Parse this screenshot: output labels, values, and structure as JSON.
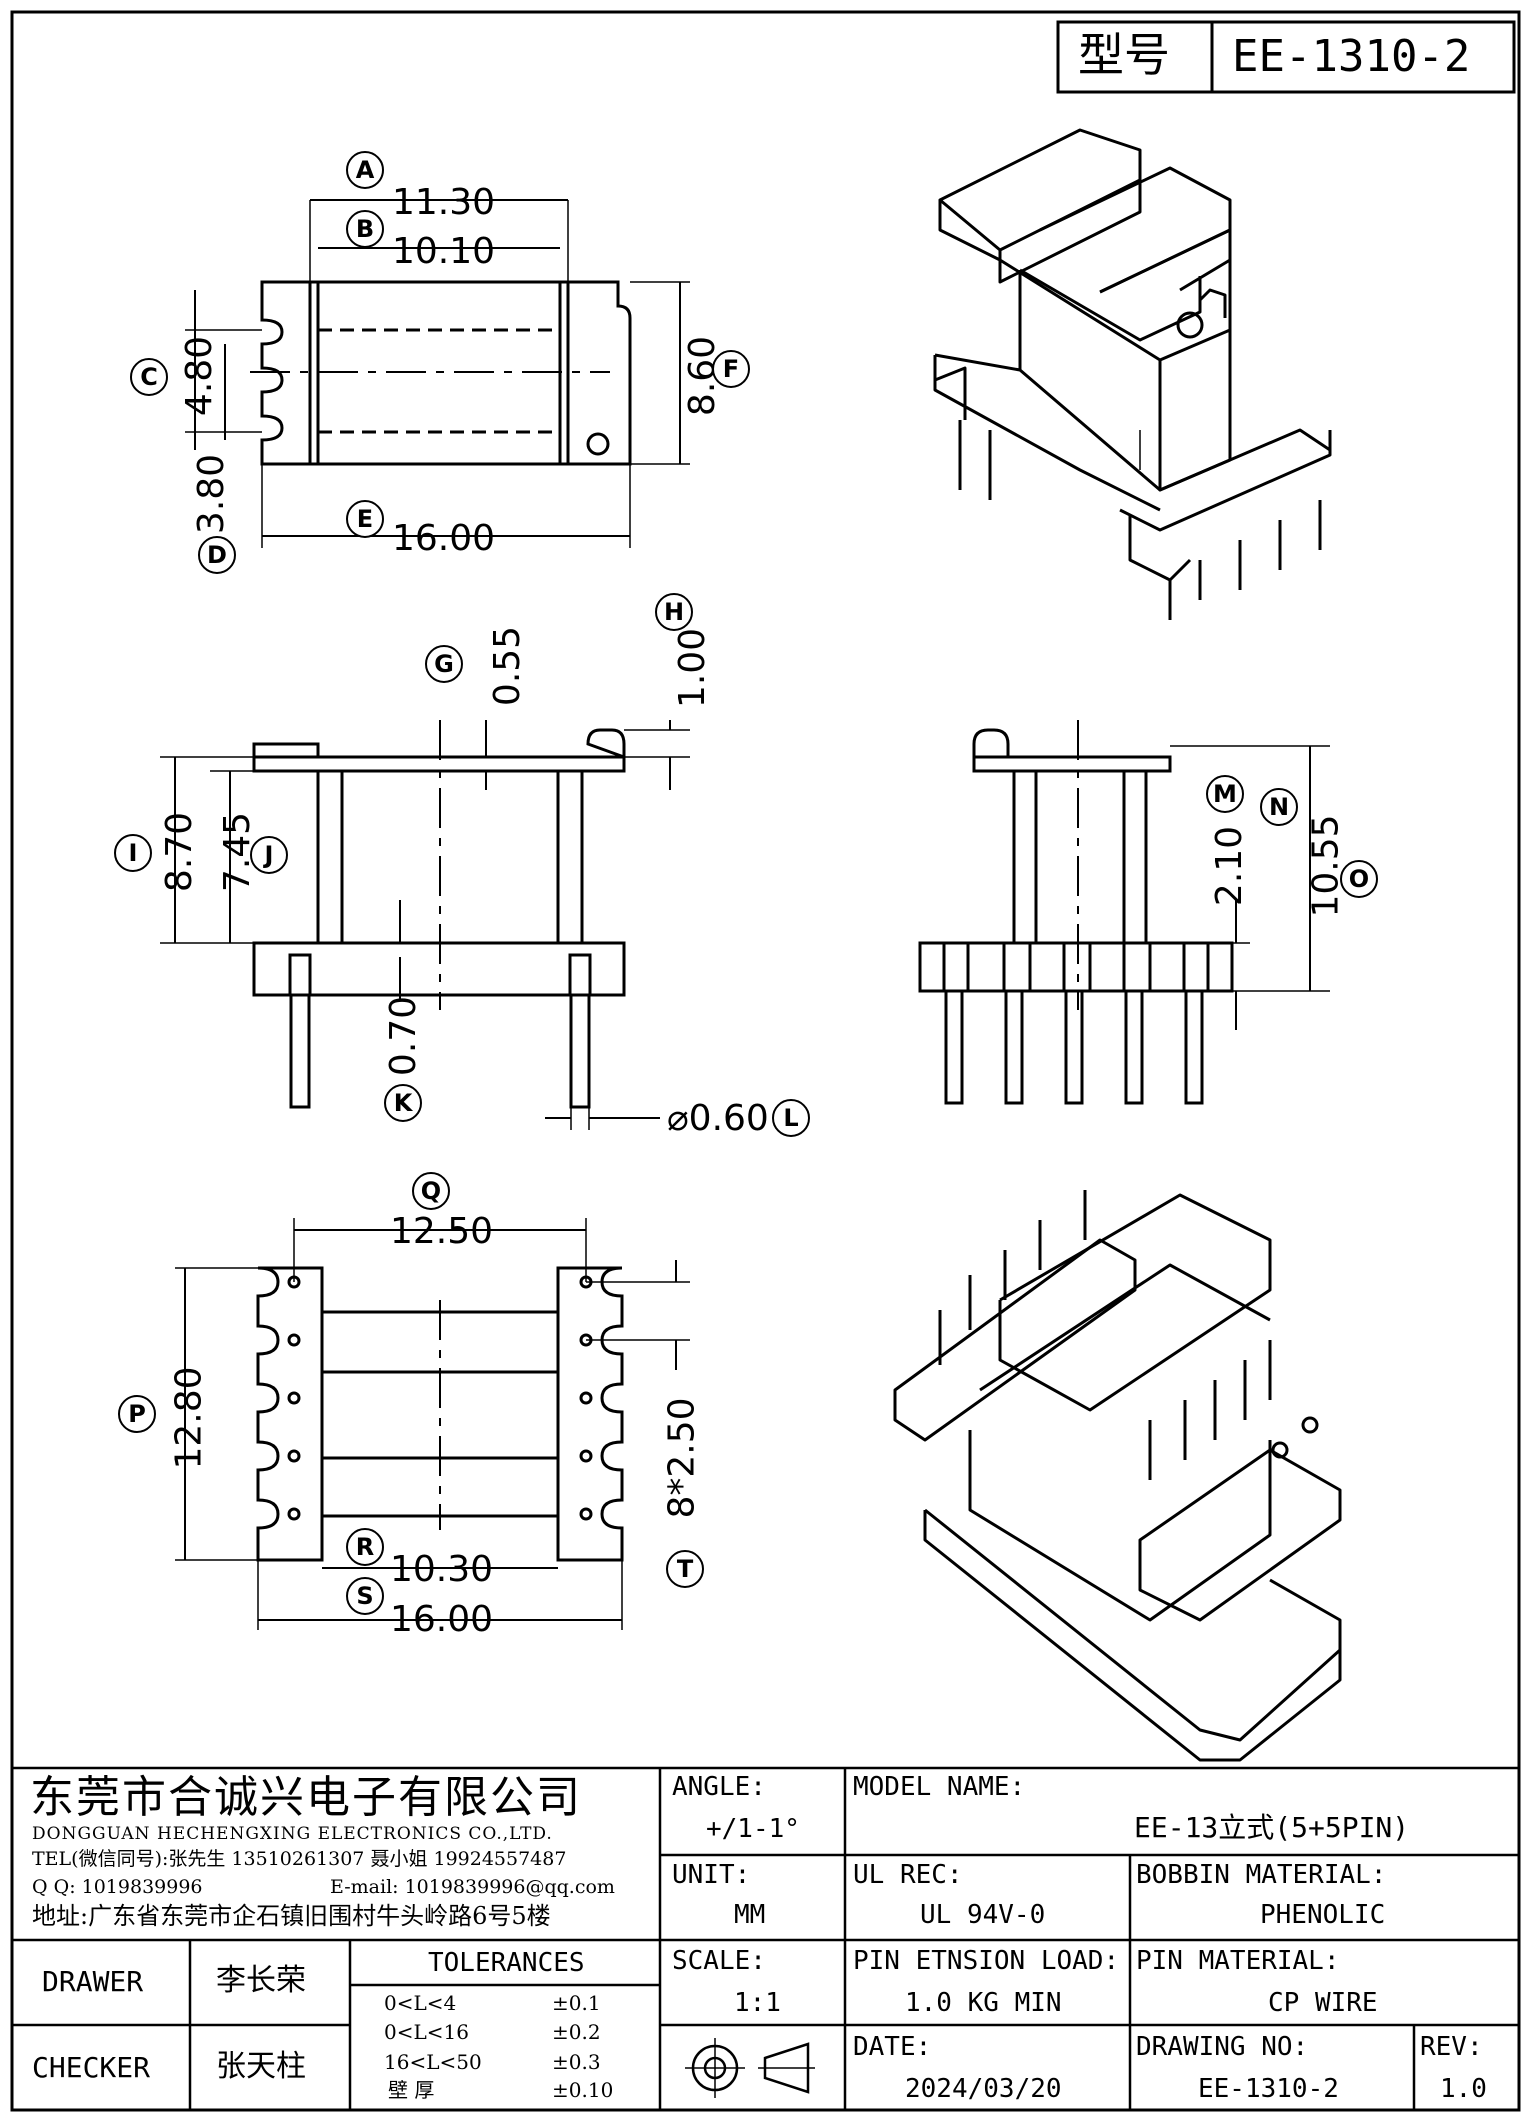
{
  "header": {
    "model_label": "型号",
    "model_value": "EE-1310-2"
  },
  "views": {
    "top": {
      "A": {
        "letter": "A",
        "value": "11.30"
      },
      "B": {
        "letter": "B",
        "value": "10.10"
      },
      "C": {
        "letter": "C",
        "value": "4.80"
      },
      "D": {
        "letter": "D",
        "value": "3.80"
      },
      "E": {
        "letter": "E",
        "value": "16.00"
      },
      "F": {
        "letter": "F",
        "value": "8.60"
      }
    },
    "front": {
      "G": {
        "letter": "G",
        "value": "0.55"
      },
      "H": {
        "letter": "H",
        "value": "1.00"
      },
      "I": {
        "letter": "I",
        "value": "8.70"
      },
      "J": {
        "letter": "J",
        "value": "7.45"
      },
      "K": {
        "letter": "K",
        "value": "0.70"
      },
      "L": {
        "letter": "L",
        "value": "⌀0.60"
      }
    },
    "side": {
      "M": {
        "letter": "M",
        "value": "2.10"
      },
      "N": {
        "letter": "N",
        "value": ""
      },
      "O": {
        "letter": "O",
        "value": "10.55"
      }
    },
    "bottom": {
      "P": {
        "letter": "P",
        "value": "12.80"
      },
      "Q": {
        "letter": "Q",
        "value": "12.50"
      },
      "R": {
        "letter": "R",
        "value": "10.30"
      },
      "S": {
        "letter": "S",
        "value": "16.00"
      },
      "T": {
        "letter": "T",
        "value": "8*2.50"
      }
    }
  },
  "title_block": {
    "company_cn": "东莞市合诚兴电子有限公司",
    "company_en": "DONGGUAN HECHENGXING ELECTRONICS CO.,LTD.",
    "tel": "TEL(微信同号):张先生 13510261307 聂小姐 19924557487",
    "qq": "Q Q: 1019839996",
    "email": "E-mail: 1019839996@qq.com",
    "address": "地址:广东省东莞市企石镇旧围村牛头岭路6号5楼",
    "angle_label": "ANGLE:",
    "angle_value": "+/1-1°",
    "model_name_label": "MODEL NAME:",
    "model_name_value": "EE-13立式(5+5PIN)",
    "unit_label": "UNIT:",
    "unit_value": "MM",
    "ul_label": "UL REC:",
    "ul_value": "UL 94V-0",
    "bobbin_label": "BOBBIN MATERIAL:",
    "bobbin_value": "PHENOLIC",
    "drawer_label": "DRAWER",
    "drawer_value": "李长荣",
    "checker_label": "CHECKER",
    "checker_value": "张天柱",
    "tolerances_label": "TOLERANCES",
    "tolerances": [
      {
        "range": "0<L<4",
        "tol": "±0.1"
      },
      {
        "range": "0<L<16",
        "tol": "±0.2"
      },
      {
        "range": "16<L<50",
        "tol": "±0.3"
      },
      {
        "range": "壁  厚",
        "tol": "±0.10"
      }
    ],
    "scale_label": "SCALE:",
    "scale_value": "1:1",
    "pin_load_label": "PIN ETNSION LOAD:",
    "pin_load_value": "1.0 KG MIN",
    "pin_material_label": "PIN MATERIAL:",
    "pin_material_value": "CP WIRE",
    "date_label": "DATE:",
    "date_value": "2024/03/20",
    "drawing_no_label": "DRAWING NO:",
    "drawing_no_value": "EE-1310-2",
    "rev_label": "REV:",
    "rev_value": "1.0"
  }
}
